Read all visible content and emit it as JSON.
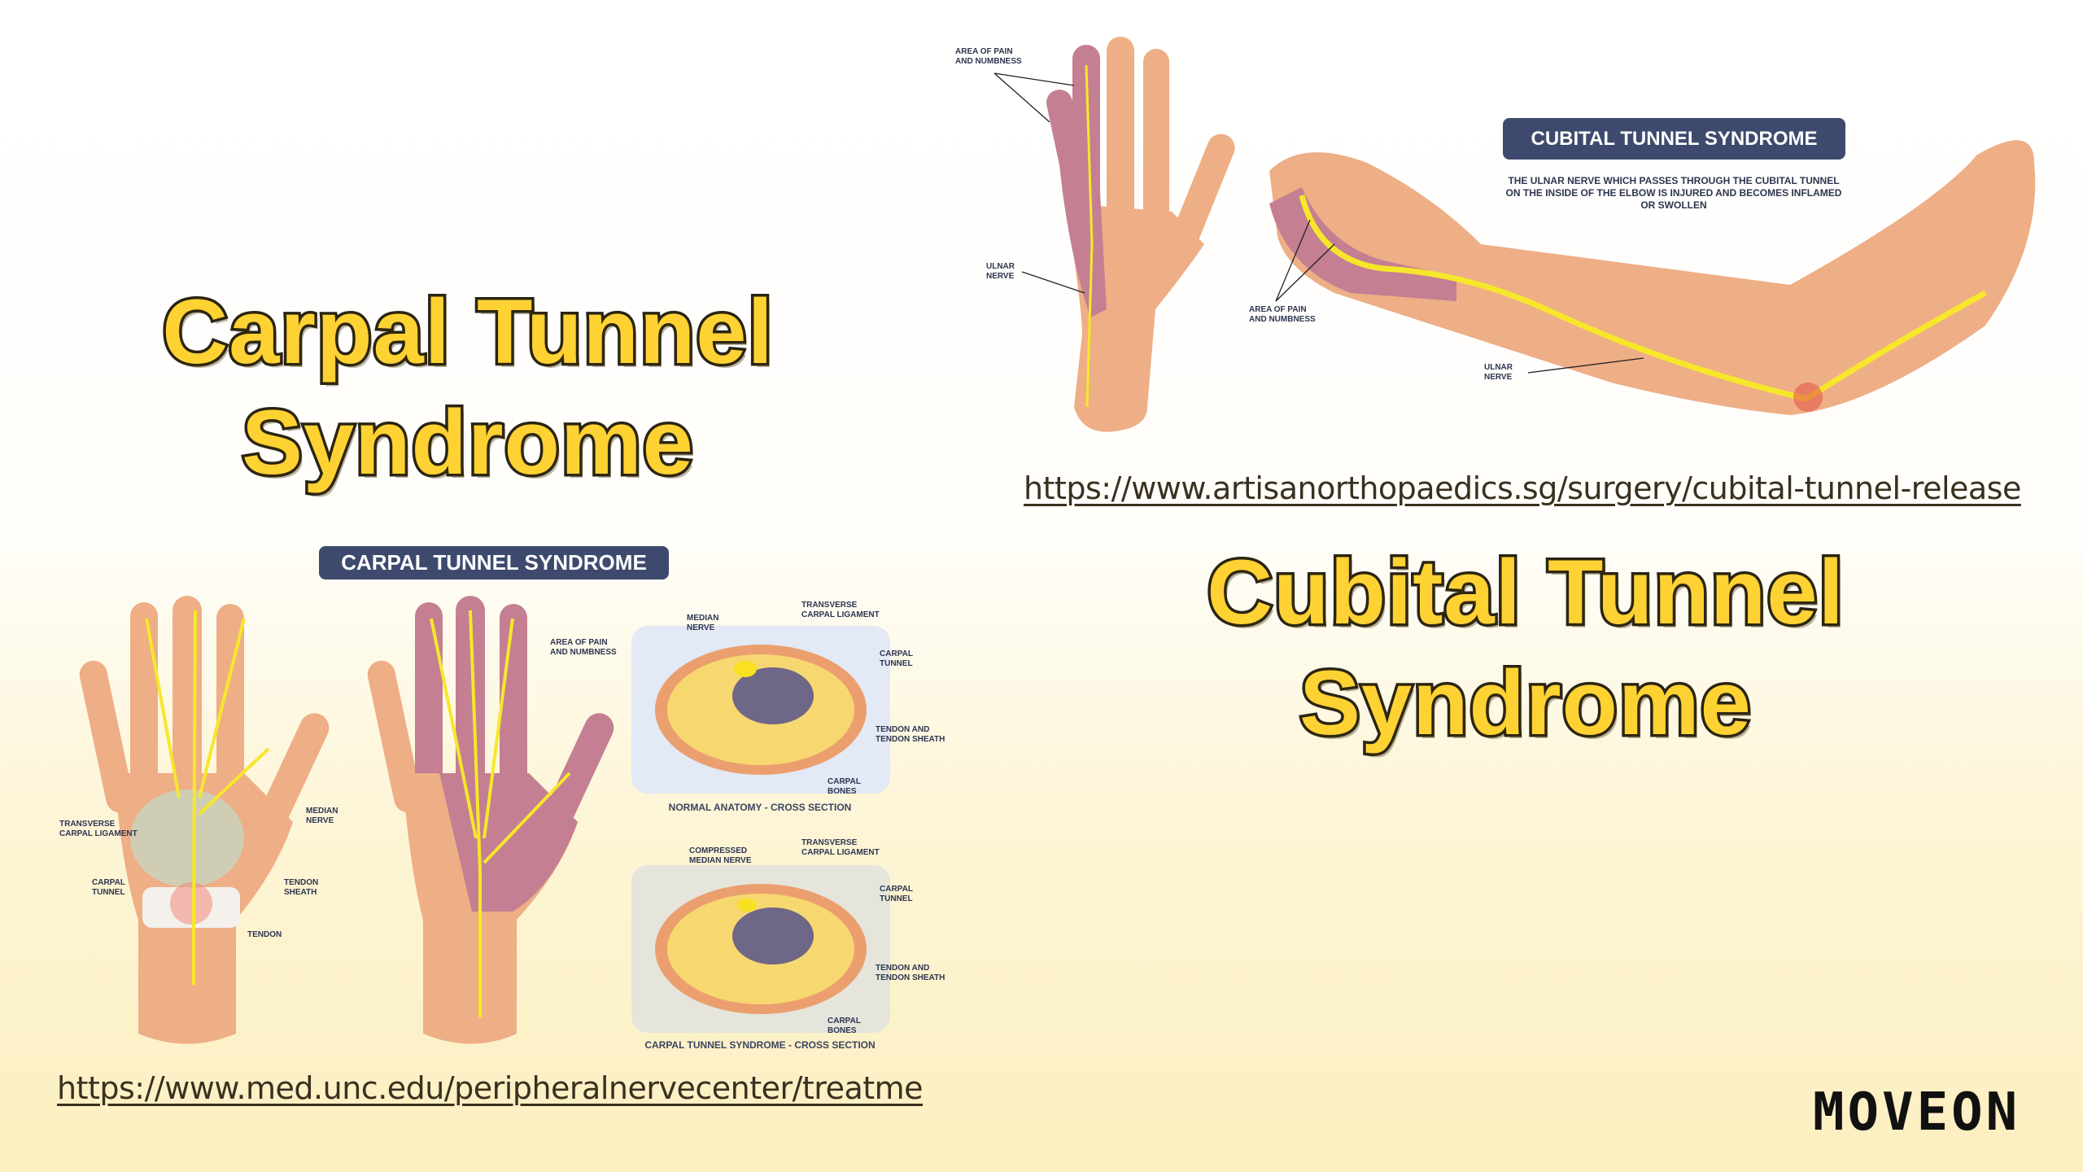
{
  "carpal_title": {
    "line1": "Carpal Tunnel",
    "line2": "Syndrome"
  },
  "cubital_title": {
    "line1": "Cubital Tunnel",
    "line2": "Syndrome"
  },
  "cubital_url": "https://www.artisanorthopaedics.sg/surgery/cubital-tunnel-release",
  "carpal_url": "https://www.med.unc.edu/peripheralnervecenter/treatme",
  "logo": "MOVEON",
  "cubital_figure": {
    "badge": "CUBITAL TUNNEL SYNDROME",
    "description": "THE ULNAR NERVE WHICH PASSES THROUGH THE CUBITAL TUNNEL ON THE INSIDE OF THE ELBOW IS INJURED AND BECOMES INFLAMED OR SWOLLEN",
    "labels": {
      "hand_pain": "AREA OF PAIN\nAND NUMBNESS",
      "hand_nerve": "ULNAR\nNERVE",
      "arm_pain": "AREA OF PAIN\nAND NUMBNESS",
      "arm_nerve": "ULNAR\nNERVE"
    }
  },
  "carpal_figure": {
    "badge": "CARPAL TUNNEL SYNDROME",
    "hand_labels": {
      "ligament": "TRANSVERSE\nCARPAL LIGAMENT",
      "median": "MEDIAN\nNERVE",
      "tunnel": "CARPAL\nTUNNEL",
      "sheath": "TENDON\nSHEATH",
      "tendon": "TENDON",
      "pain": "AREA OF PAIN\nAND NUMBNESS"
    },
    "normal": {
      "caption": "NORMAL ANATOMY - CROSS SECTION",
      "median": "MEDIAN\nNERVE",
      "ligament": "TRANSVERSE\nCARPAL LIGAMENT",
      "tunnel": "CARPAL\nTUNNEL",
      "tendon": "TENDON AND\nTENDON SHEATH",
      "bones": "CARPAL\nBONES"
    },
    "syndrome": {
      "caption": "CARPAL TUNNEL SYNDROME - CROSS SECTION",
      "median": "COMPRESSED\nMEDIAN NERVE",
      "ligament": "TRANSVERSE\nCARPAL LIGAMENT",
      "tunnel": "CARPAL\nTUNNEL",
      "tendon": "TENDON AND\nTENDON SHEATH",
      "bones": "CARPAL\nBONES"
    }
  },
  "colors": {
    "title": "#FFD233",
    "badge": "#3e4a6d",
    "skin": "#eeae86",
    "pain": "#c47f93",
    "nerve": "#f7e72a"
  }
}
